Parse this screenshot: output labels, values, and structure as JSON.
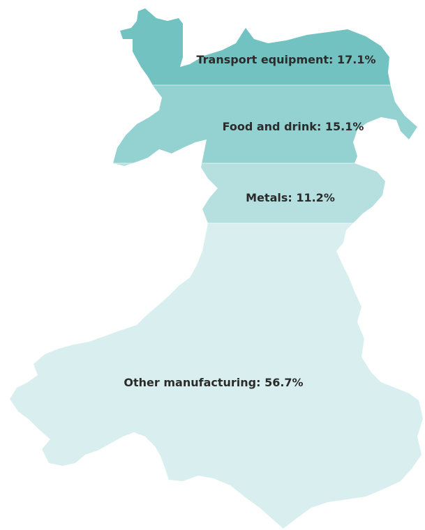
{
  "chart_data": {
    "type": "area",
    "segments": [
      {
        "label": "Transport equipment: 17.1%",
        "name": "Transport equipment",
        "value": 17.1,
        "color": "#73c2c2"
      },
      {
        "label": "Food and drink: 15.1%",
        "name": "Food and drink",
        "value": 15.1,
        "color": "#94d1d1"
      },
      {
        "label": "Metals: 11.2%",
        "name": "Metals",
        "value": 11.2,
        "color": "#b5e0df"
      },
      {
        "label": "Other manufacturing: 56.7%",
        "name": "Other manufacturing",
        "value": 56.7,
        "color": "#d9efef"
      }
    ]
  }
}
